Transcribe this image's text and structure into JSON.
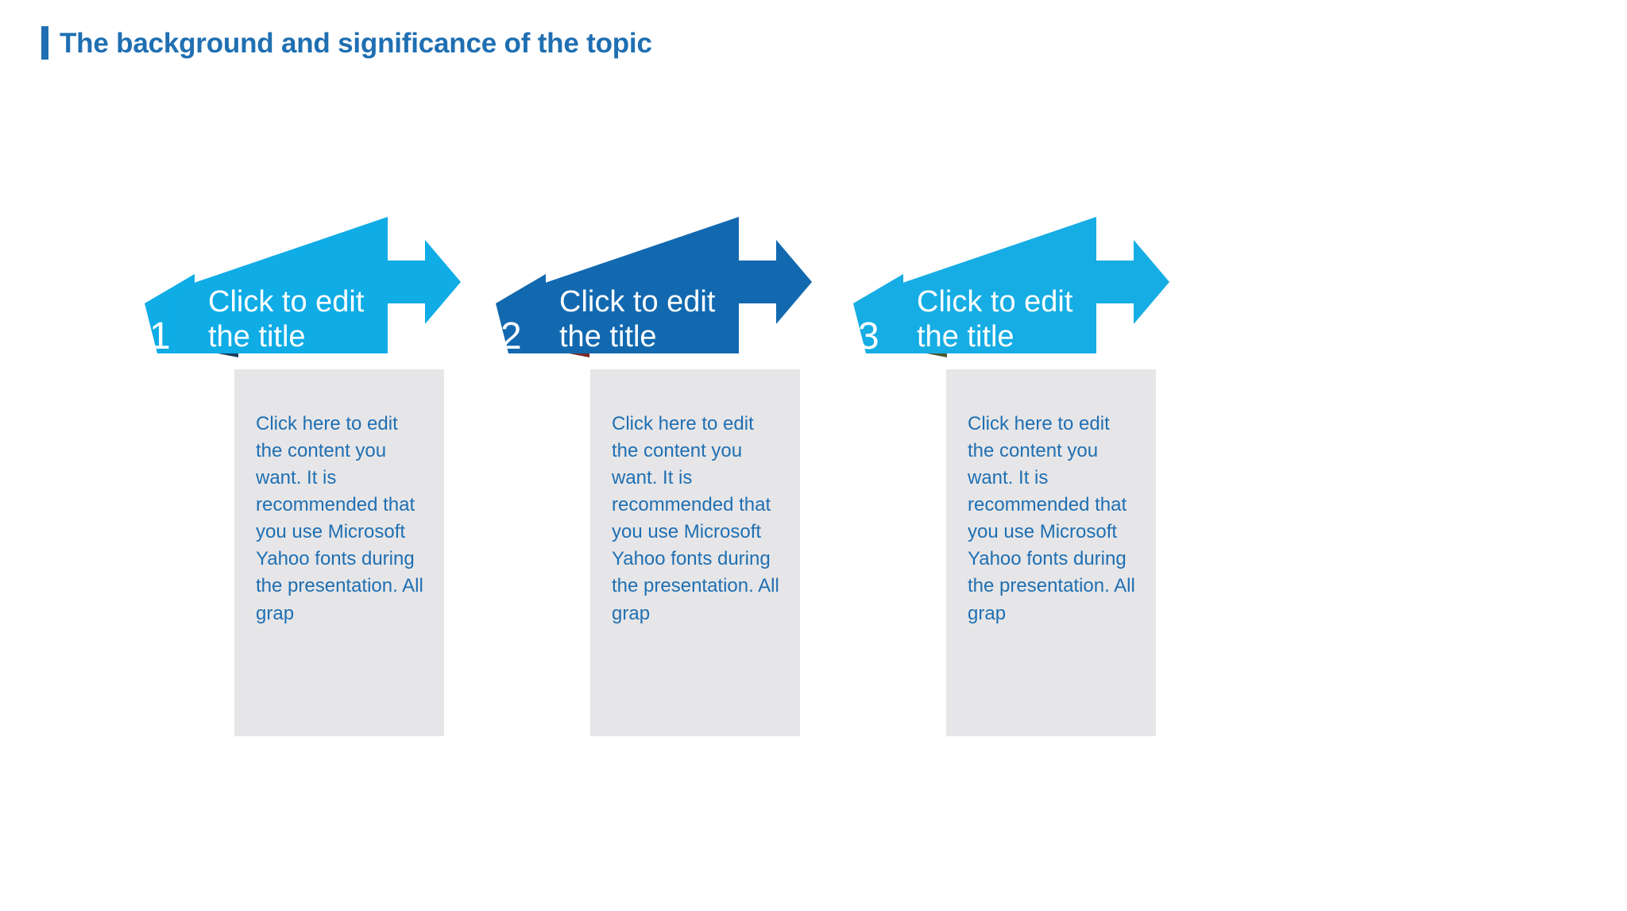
{
  "slide": {
    "title": "The background and significance of the topic",
    "accent_color": "#1F6FB2",
    "background_color": "#FFFFFF"
  },
  "cards": [
    {
      "number": "1",
      "title": "Click to edit\nthe title",
      "body": "Click here to edit the content you want. It is recommended that you use Microsoft Yahoo fonts during the presentation. All grap",
      "banner_color": "#0FACE6",
      "arrow_color": "#0FACE6",
      "panel_color": "#E6E6E8",
      "text_color": "#1F6FB2"
    },
    {
      "number": "2",
      "title": "Click to edit\nthe title",
      "body": "Click here to edit the content you want. It is recommended that you use Microsoft Yahoo fonts during the presentation. All grap",
      "banner_color": "#1269B0",
      "arrow_color": "#1269B0",
      "panel_color": "#E6E6E8",
      "text_color": "#1F6FB2"
    },
    {
      "number": "3",
      "title": "Click to edit\nthe title",
      "body": "Click here to edit the content you want. It is recommended that you use Microsoft Yahoo fonts during the presentation. All grap",
      "banner_color": "#16ADE4",
      "arrow_color": "#16ADE4",
      "panel_color": "#E6E6E8",
      "text_color": "#1F6FB2"
    }
  ]
}
